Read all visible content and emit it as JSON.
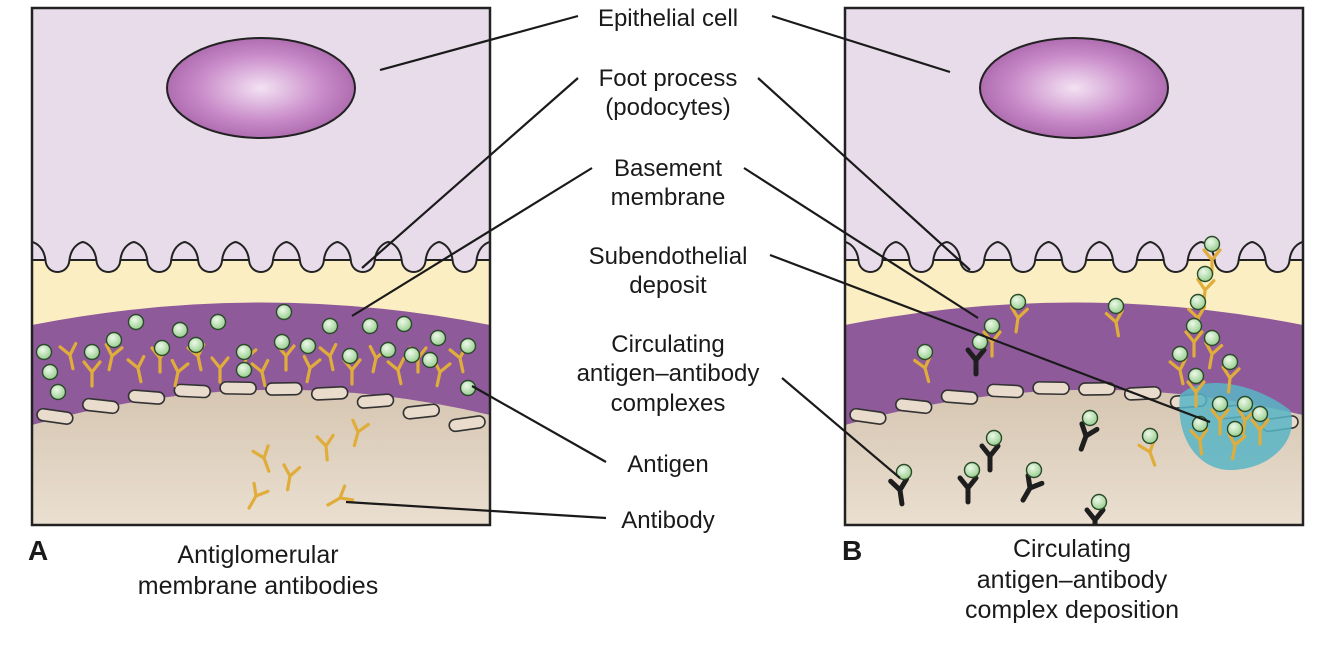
{
  "labels": {
    "epithelial_cell": "Epithelial cell",
    "foot_process": [
      "Foot process",
      "(podocytes)"
    ],
    "basement_membrane": [
      "Basement",
      "membrane"
    ],
    "subendothelial_deposit": [
      "Subendothelial",
      "deposit"
    ],
    "circulating_complexes": [
      "Circulating",
      "antigen–antibody",
      "complexes"
    ],
    "antigen": "Antigen",
    "antibody": "Antibody"
  },
  "panels": [
    {
      "letter": "A",
      "caption": [
        "Antiglomerular",
        "membrane antibodies"
      ]
    },
    {
      "letter": "B",
      "caption": [
        "Circulating",
        "antigen–antibody",
        "complex deposition"
      ]
    }
  ],
  "colors": {
    "cell_background": "#fbeec2",
    "podocyte": "#e8dcea",
    "nucleus": "#a764a9",
    "basement_membrane": "#8e5a9a",
    "endothelium": "#d8c8b4",
    "antigen": "#b8e0b0",
    "antibody": "#e0ad3a",
    "circulating_antibody": "#1e1e1e",
    "deposit": "#58b5c6"
  }
}
